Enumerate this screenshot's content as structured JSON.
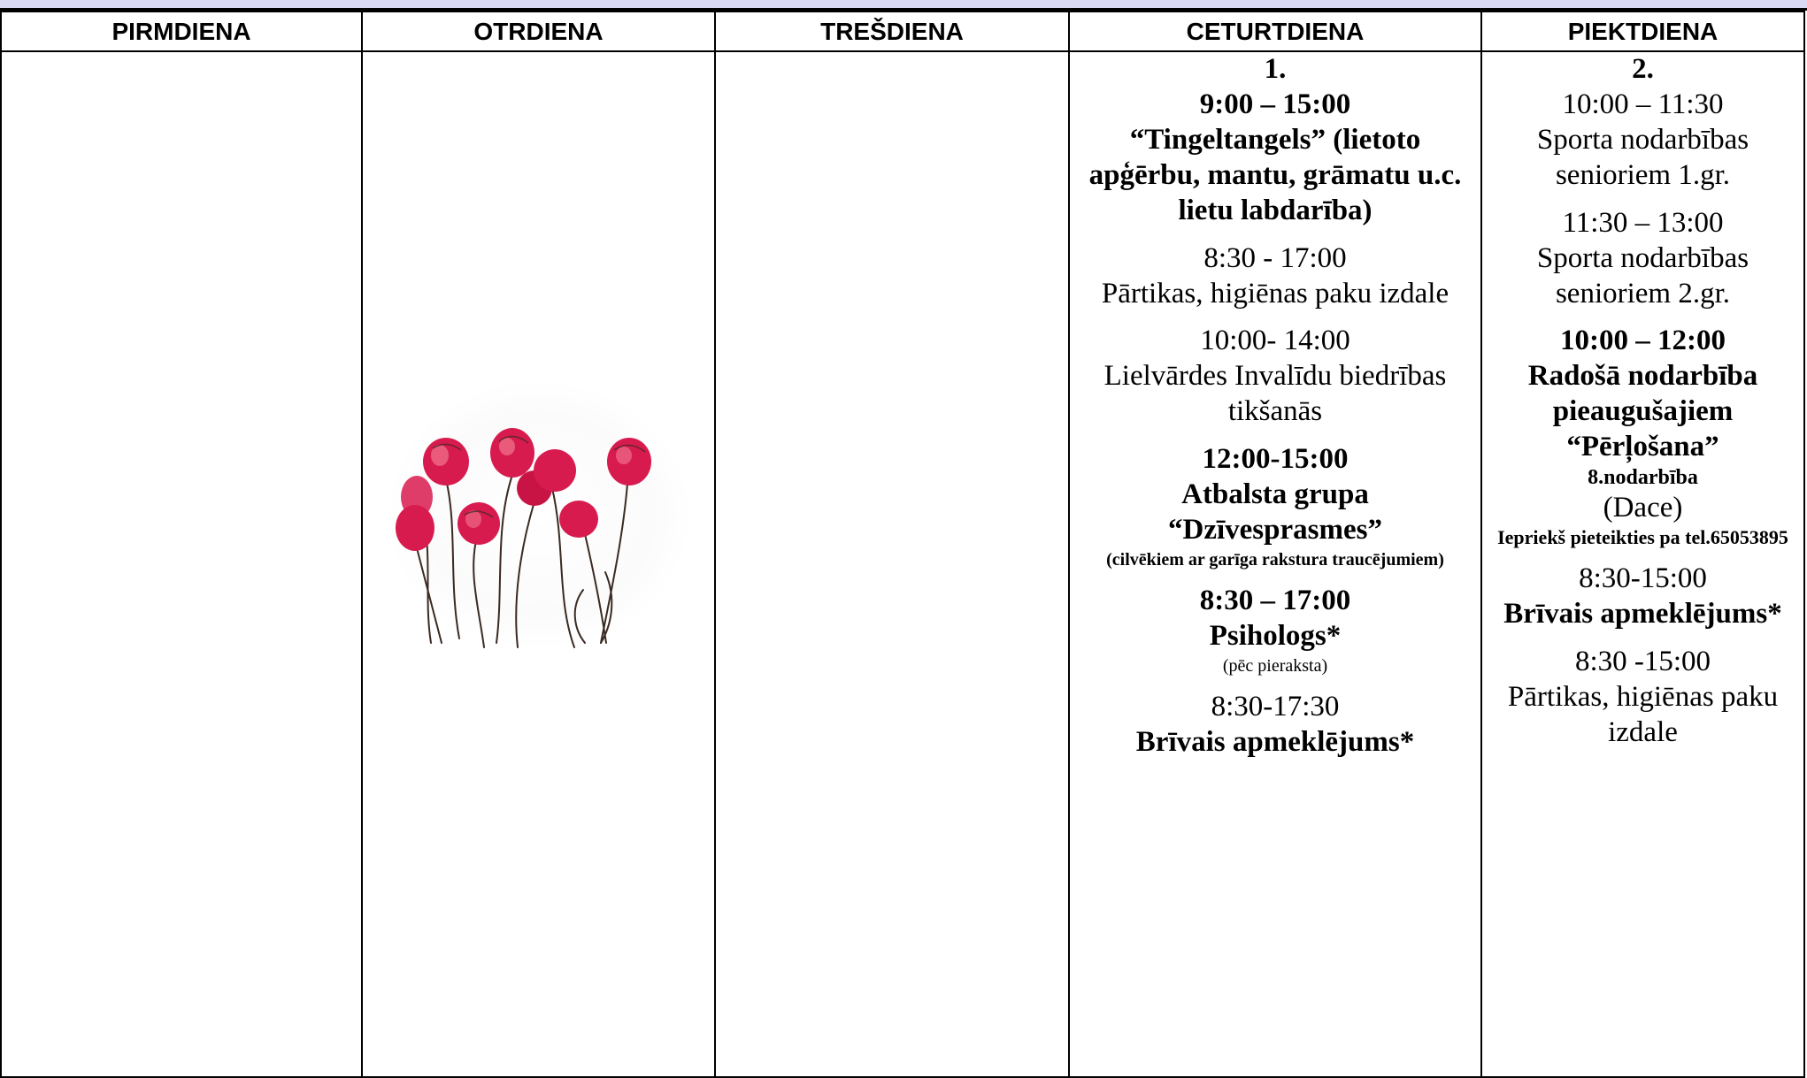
{
  "days": [
    "PIRMDIENA",
    "OTRDIENA",
    "TREŠDIENA",
    "CETURTDIENA",
    "PIEKTDIENA"
  ],
  "thursday": {
    "date": "1.",
    "e1_time": "9:00 – 15:00",
    "e1_title": "“Tingeltangels” (lietoto apģērbu, mantu, grāmatu u.c. lietu labdarība)",
    "e2_time": "8:30 - 17:00",
    "e2_text": "Pārtikas, higiēnas paku izdale",
    "e3_time": "10:00- 14:00",
    "e3_text": "Lielvārdes Invalīdu biedrības tikšanās",
    "e4_time": "12:00-15:00",
    "e4_title": "Atbalsta grupa “Dzīvesprasmes”",
    "e4_note": "(cilvēkiem ar garīga rakstura traucējumiem)",
    "e5_time": "8:30 – 17:00",
    "e5_title": "Psihologs*",
    "e5_note": "(pēc pieraksta)",
    "e6_time": "8:30-17:30",
    "e6_title": "Brīvais apmeklējums*"
  },
  "friday": {
    "date": "2.",
    "e1_time": "10:00 – 11:30",
    "e1_text": "Sporta nodarbības senioriem 1.gr.",
    "e2_time": "11:30 – 13:00",
    "e2_text": "Sporta nodarbības senioriem 2.gr.",
    "e3_time": "10:00 – 12:00",
    "e3_title": "Radošā nodarbība pieaugušajiem “Pērļošana”",
    "e3_session": "8.nodarbība",
    "e3_leader": "(Dace)",
    "e3_note": "Iepriekš pieteikties pa tel.65053895",
    "e4_time": "8:30-15:00",
    "e4_title": "Brīvais apmeklējums*",
    "e5_time": "8:30 -15:00",
    "e5_text": "Pārtikas, higiēnas paku izdale"
  },
  "image": {
    "icon": "tulips-illustration",
    "colors": {
      "petal": "#d81b4f",
      "petal_light": "#ef6a86",
      "stem": "#3b2a22"
    }
  }
}
